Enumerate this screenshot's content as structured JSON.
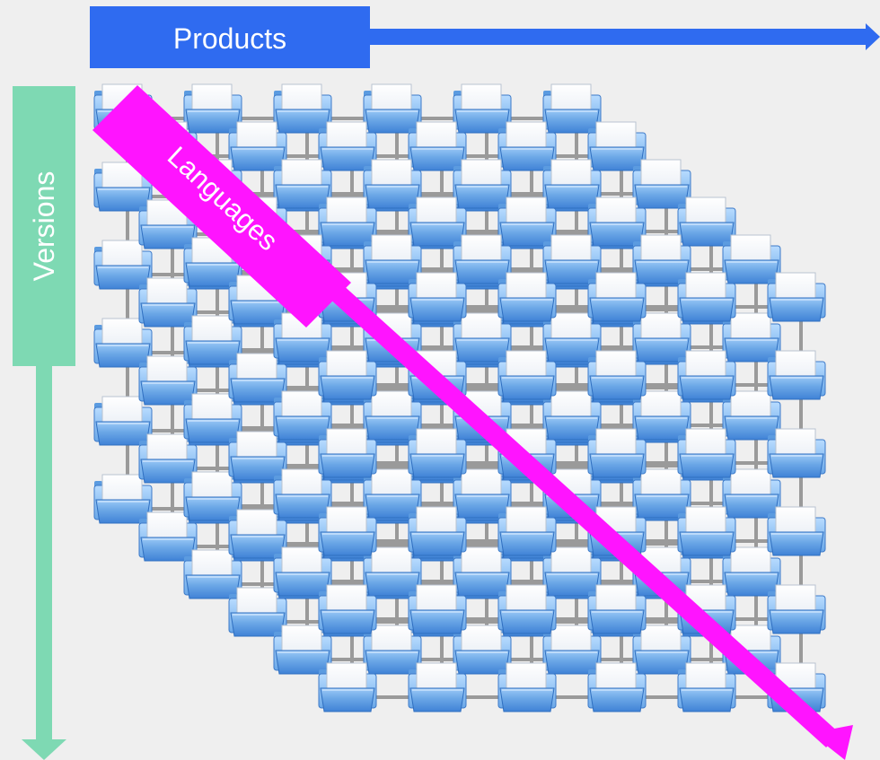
{
  "diagram": {
    "axes": {
      "products": {
        "label": "Products",
        "color": "#2f6bf0"
      },
      "versions": {
        "label": "Versions",
        "color": "#7ed9b3"
      },
      "languages": {
        "label": "Languages",
        "color": "#ff14ff"
      }
    },
    "icon": "folder-document-icon",
    "connector_color": "#9a9a9a",
    "background_color": "#efefef"
  }
}
